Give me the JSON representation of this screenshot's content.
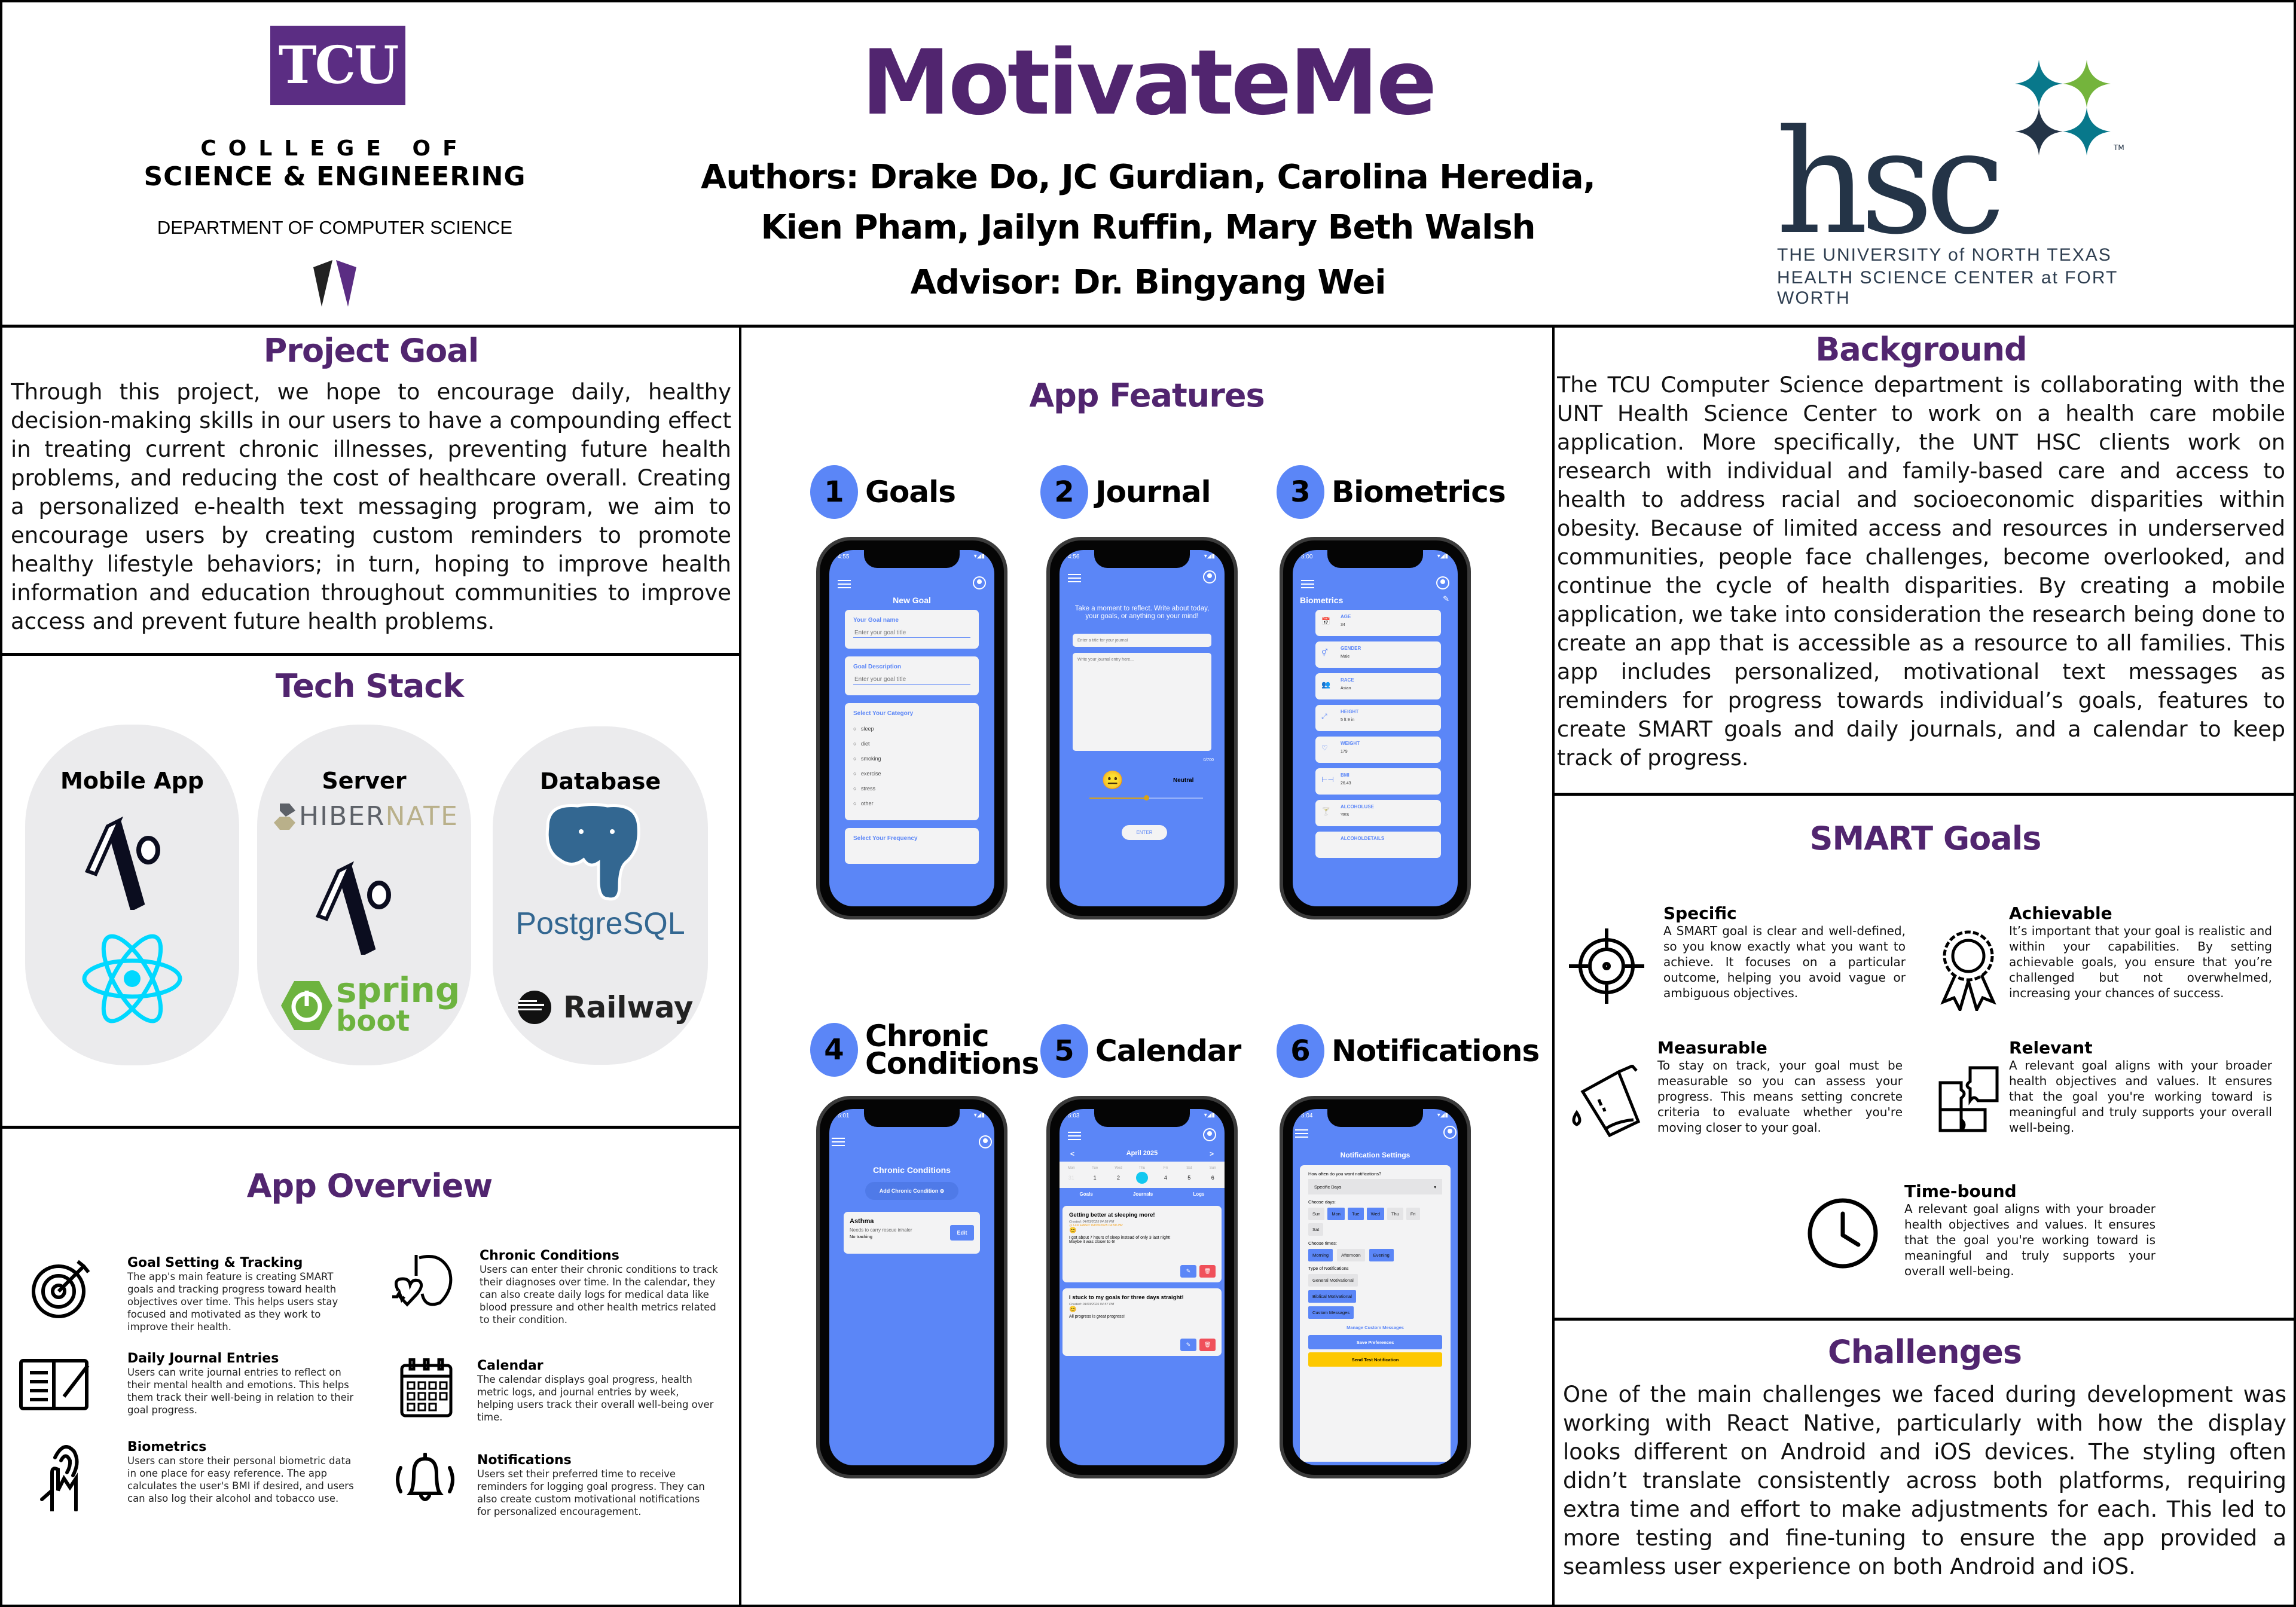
{
  "header": {
    "title": "MotivateMe",
    "authors_line1": "Authors:  Drake Do, JC Gurdian, Carolina Heredia,",
    "authors_line2": "Kien Pham, Jailyn Ruffin, Mary Beth Walsh",
    "advisor": "Advisor: Dr. Bingyang Wei",
    "left_logo": {
      "mark": "TCU",
      "line1": "COLLEGE OF",
      "line2": "SCIENCE & ENGINEERING",
      "line3": "DEPARTMENT OF COMPUTER SCIENCE"
    },
    "right_logo": {
      "word": "hsc",
      "tm": "TM",
      "line1": "THE UNIVERSITY of NORTH TEXAS",
      "line2": "HEALTH SCIENCE CENTER at FORT WORTH"
    }
  },
  "colors": {
    "purple": "#51256f",
    "app_blue": "#5b86f7",
    "tcu_purple": "#5b2d83",
    "hsc_navy": "#243447",
    "hsc_teal": "#08788b",
    "hsc_green": "#74b43c",
    "yellow": "#fdc800",
    "red": "#f0505a"
  },
  "project_goal": {
    "heading": "Project Goal",
    "text": "Through this project, we hope to encourage daily, healthy decision-making skills in our users to have a compounding effect in treating current chronic illnesses, preventing future health problems, and reducing the cost of healthcare overall. Creating a personalized e-health text messaging program, we aim to encourage users by creating custom reminders to promote healthy lifestyle behaviors; in turn, hoping to improve health information and education throughout communities to improve access and prevent future health problems."
  },
  "tech_stack": {
    "heading": "Tech Stack",
    "columns": [
      {
        "label": "Mobile App",
        "logos": [
          "Expo",
          "React"
        ]
      },
      {
        "label": "Server",
        "logos": [
          "HIBERNATE",
          "Expo",
          "spring boot"
        ]
      },
      {
        "label": "Database",
        "logos": [
          "PostgreSQL",
          "Railway"
        ]
      }
    ],
    "hibernate_a": "HIBER",
    "hibernate_b": "NATE",
    "spring": "spring",
    "boot": "boot",
    "postgres": "PostgreSQL",
    "railway": "Railway"
  },
  "app_overview": {
    "heading": "App Overview",
    "items": [
      {
        "title": "Goal Setting & Tracking",
        "desc": "The app's main feature is creating SMART goals and tracking progress toward health objectives over time. This helps users stay focused and motivated as they work to improve their health."
      },
      {
        "title": "Daily Journal Entries",
        "desc": "Users can write journal entries to reflect on their mental health and emotions. This helps them track their well-being in relation to their goal progress."
      },
      {
        "title": "Biometrics",
        "desc": "Users can store their personal biometric data in one place for easy reference. The app calculates the user's BMI if desired, and users can also log their alcohol and tobacco use."
      },
      {
        "title": "Chronic Conditions",
        "desc": "Users can enter their chronic conditions to track their diagnoses over time. In the calendar, they can also create daily logs for medical data like blood pressure and other health metrics related to their condition."
      },
      {
        "title": "Calendar",
        "desc": "The calendar displays goal progress, health metric logs, and journal entries by week, helping users track their overall well-being over time."
      },
      {
        "title": "Notifications",
        "desc": "Users set their preferred time to receive reminders for logging goal progress. They can also create custom motivational notifications for personalized encouragement."
      }
    ]
  },
  "app_features": {
    "heading": "App Features",
    "features": [
      {
        "num": "1",
        "label": "Goals"
      },
      {
        "num": "2",
        "label": "Journal"
      },
      {
        "num": "3",
        "label": "Biometrics"
      },
      {
        "num": "4",
        "label": "Chronic Conditions"
      },
      {
        "num": "5",
        "label": "Calendar"
      },
      {
        "num": "6",
        "label": "Notifications"
      }
    ],
    "goals_screen": {
      "status_time": "4:55",
      "title": "New Goal",
      "name_label": "Your Goal name",
      "name_placeholder": "Enter your goal title",
      "desc_label": "Goal Description",
      "desc_placeholder": "Enter your goal title",
      "category_label": "Select Your Category",
      "categories": [
        "sleep",
        "diet",
        "smoking",
        "exercise",
        "stress",
        "other"
      ],
      "frequency_label": "Select Your Frequency"
    },
    "journal_screen": {
      "status_time": "4:56",
      "prompt": "Take a moment to reflect. Write about today, your goals, or anything on your mind!",
      "title_placeholder": "Enter a title for your journal",
      "entry_placeholder": "Write your journal entry here...",
      "counter": "0/700",
      "mood_emoji": "😐",
      "mood": "Neutral",
      "slider_pct": 50,
      "enter_button": "ENTER"
    },
    "biometrics_screen": {
      "status_time": "5:00",
      "title": "Biometrics",
      "rows": [
        {
          "label": "AGE",
          "value": "34",
          "icon": "📅"
        },
        {
          "label": "GENDER",
          "value": "Male",
          "icon": "⚥"
        },
        {
          "label": "RACE",
          "value": "Asian",
          "icon": "👥"
        },
        {
          "label": "HEIGHT",
          "value": "5 ft 9 in",
          "icon": "⤢"
        },
        {
          "label": "WEIGHT",
          "value": "179",
          "icon": "♡"
        },
        {
          "label": "BMI",
          "value": "26.43",
          "icon": "⊢⊣"
        },
        {
          "label": "ALCOHOLUSE",
          "value": "YES",
          "icon": "🍸"
        },
        {
          "label": "ALCOHOLDETAILS",
          "value": "",
          "icon": ""
        }
      ]
    },
    "chronic_screen": {
      "status_time": "5:01",
      "title": "Chronic Conditions",
      "add_button": "Add Chronic Condition",
      "condition_name": "Asthma",
      "condition_note": "Needs to carry rescue inhaler",
      "condition_tracking": "No tracking",
      "edit_button": "Edit"
    },
    "calendar_screen": {
      "status_time": "5:03",
      "month": "April 2025",
      "prev": "<",
      "next": ">",
      "days": [
        {
          "dow": "Mon",
          "date": "31"
        },
        {
          "dow": "Tue",
          "date": "1"
        },
        {
          "dow": "Wed",
          "date": "2"
        },
        {
          "dow": "Thu",
          "date": "3"
        },
        {
          "dow": "Fri",
          "date": "4"
        },
        {
          "dow": "Sat",
          "date": "5"
        },
        {
          "dow": "Sun",
          "date": "6"
        }
      ],
      "selected_date": "3",
      "tabs": [
        "Goals",
        "Journals",
        "Logs"
      ],
      "entries": [
        {
          "title": "Getting better at sleeping more!",
          "created": "Created: 04/03/2025 04:58 PM",
          "edited": "Last Edited: 04/03/2025 04:58 PM",
          "emoji": "😊",
          "body": "I got about 7 hours of sleep instead of only 3 last night!\nMaybe it was closer to 6!"
        },
        {
          "title": "I stuck to my goals for three days straight!",
          "created": "Created: 04/03/2025 04:57 PM",
          "edited": "",
          "emoji": "😊",
          "body": "All progress is great progress!"
        }
      ]
    },
    "notifications_screen": {
      "status_time": "5:04",
      "title": "Notification Settings",
      "frequency_q": "How often do you want notifications?",
      "frequency_value": "Specific Days",
      "days_label": "Choose days:",
      "days": [
        {
          "label": "Sun",
          "on": false
        },
        {
          "label": "Mon",
          "on": true
        },
        {
          "label": "Tue",
          "on": true
        },
        {
          "label": "Wed",
          "on": true
        },
        {
          "label": "Thu",
          "on": false
        },
        {
          "label": "Fri",
          "on": false
        },
        {
          "label": "Sat",
          "on": false
        }
      ],
      "times_label": "Choose times:",
      "times": [
        {
          "label": "Morning",
          "on": true
        },
        {
          "label": "Afternoon",
          "on": false
        },
        {
          "label": "Evening",
          "on": true
        }
      ],
      "types_label": "Type of Notifications",
      "types": [
        {
          "label": "General Motivational",
          "on": false
        },
        {
          "label": "Biblical Motivational",
          "on": true
        },
        {
          "label": "Custom Messages",
          "on": true
        }
      ],
      "manage_link": "Manage Custom Messages",
      "save_button": "Save Preferences",
      "test_button": "Send Test Notification"
    }
  },
  "background": {
    "heading": "Background",
    "text": "The TCU Computer Science department is collaborating with the UNT Health Science Center to work on a health care mobile application. More specifically, the UNT HSC clients work on research with individual and family-based care and access to health to address racial and socioeconomic disparities within obesity. Because of limited access and resources in underserved communities, people face challenges, become overlooked, and continue the cycle of health disparities. By creating a mobile application, we take into consideration the research being done to create an app that is accessible as a resource to all families. This app includes personalized, motivational text messages as reminders for progress towards individual’s goals, features to create SMART goals and daily journals, and a calendar to keep track of progress."
  },
  "smart_goals": {
    "heading": "SMART Goals",
    "items": [
      {
        "title": "Specific",
        "desc": "A SMART goal is clear and well-defined, so you know exactly what you want to achieve. It focuses on a particular outcome, helping you avoid vague or ambiguous objectives."
      },
      {
        "title": "Achievable",
        "desc": "It’s important that your goal is realistic and within your capabilities. By setting achievable goals, you ensure that you’re challenged but not overwhelmed, increasing your chances of success."
      },
      {
        "title": "Measurable",
        "desc": "To stay on track, your goal must be measurable so you can assess your progress. This means setting concrete criteria to evaluate whether you're moving closer to your goal."
      },
      {
        "title": "Relevant",
        "desc": "A relevant goal aligns with your broader health objectives and values. It ensures that the goal you're working toward is meaningful and truly supports your overall well-being."
      },
      {
        "title": "Time-bound",
        "desc": "A relevant goal aligns with your broader health objectives and values. It ensures that the goal you're working toward is meaningful and truly supports your overall well-being."
      }
    ]
  },
  "challenges": {
    "heading": "Challenges",
    "text": "One of the main challenges we faced during development was working with React Native, particularly with how the display looks different on Android and iOS devices. The styling often didn’t translate consistently across both platforms, requiring extra time and effort to make adjustments for each. This led to more testing and fine-tuning to ensure the app provided a seamless user experience on both Android and iOS."
  }
}
